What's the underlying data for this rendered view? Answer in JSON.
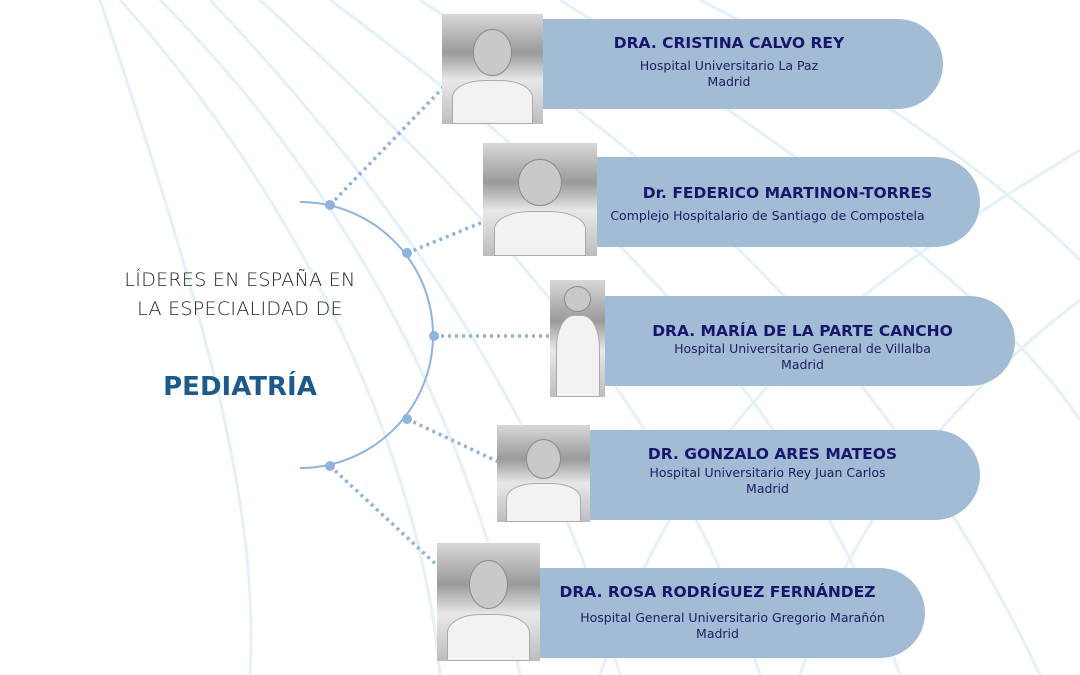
{
  "heading": {
    "line1": "LÍDERES EN ESPAÑA EN",
    "line2": "LA ESPECIALIDAD DE",
    "specialty": "PEDIATRÍA"
  },
  "colors": {
    "card": "#a3bcd6",
    "name": "#16166a",
    "specialty": "#1d5a8c",
    "arc": "#8fb3de"
  },
  "doctors": [
    {
      "name": "DRA. CRISTINA CALVO REY",
      "hospital": "Hospital Universitario La Paz",
      "city": "Madrid"
    },
    {
      "name": "Dr. FEDERICO MARTINON-TORRES",
      "hospital": "Complejo Hospitalario de Santiago de Compostela",
      "city": ""
    },
    {
      "name": "DRA. MARÍA DE LA PARTE CANCHO",
      "hospital": "Hospital Universitario General de Villalba",
      "city": "Madrid"
    },
    {
      "name": "DR. GONZALO ARES MATEOS",
      "hospital": "Hospital Universitario Rey Juan Carlos",
      "city": "Madrid"
    },
    {
      "name": "DRA. ROSA RODRÍGUEZ FERNÁNDEZ",
      "hospital": "Hospital General Universitario Gregorio Marañón",
      "city": "Madrid"
    }
  ]
}
